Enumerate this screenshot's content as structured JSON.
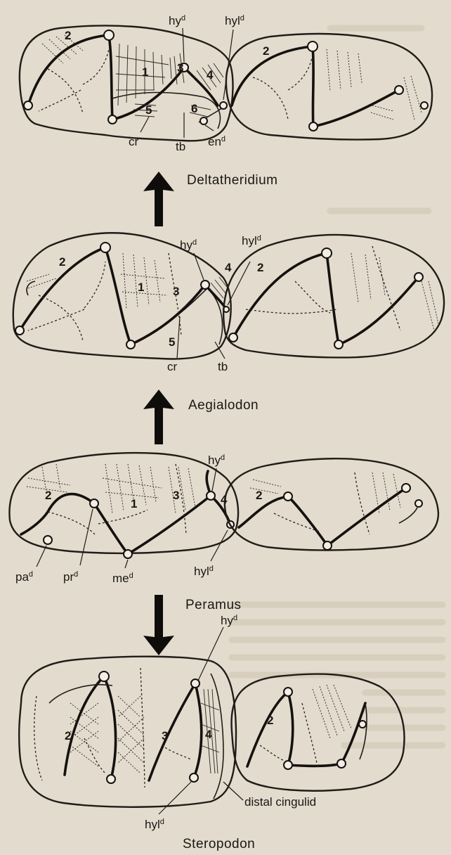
{
  "panels": [
    {
      "id": "deltatheridium",
      "name": "Deltatheridium",
      "numbers": [
        "2",
        "1",
        "3",
        "4",
        "5",
        "6",
        "2"
      ],
      "labels": [
        {
          "id": "hyd",
          "base": "hy",
          "sup": "d"
        },
        {
          "id": "hyld",
          "base": "hyl",
          "sup": "d"
        },
        {
          "id": "cr",
          "base": "cr",
          "sup": ""
        },
        {
          "id": "tb",
          "base": "tb",
          "sup": ""
        },
        {
          "id": "end",
          "base": "en",
          "sup": "d"
        }
      ]
    },
    {
      "id": "aegialodon",
      "name": "Aegialodon",
      "numbers": [
        "2",
        "1",
        "3",
        "4",
        "5",
        "2"
      ],
      "labels": [
        {
          "id": "hyd",
          "base": "hy",
          "sup": "d"
        },
        {
          "id": "hyld",
          "base": "hyl",
          "sup": "d"
        },
        {
          "id": "cr",
          "base": "cr",
          "sup": ""
        },
        {
          "id": "tb",
          "base": "tb",
          "sup": ""
        }
      ]
    },
    {
      "id": "peramus",
      "name": "Peramus",
      "numbers": [
        "2",
        "1",
        "3",
        "4",
        "2"
      ],
      "labels": [
        {
          "id": "hyd",
          "base": "hy",
          "sup": "d"
        },
        {
          "id": "pad",
          "base": "pa",
          "sup": "d"
        },
        {
          "id": "prd",
          "base": "pr",
          "sup": "d"
        },
        {
          "id": "med",
          "base": "me",
          "sup": "d"
        },
        {
          "id": "hyld",
          "base": "hyl",
          "sup": "d"
        }
      ]
    },
    {
      "id": "steropodon",
      "name": "Steropodon",
      "numbers": [
        "2",
        "3",
        "4",
        "2"
      ],
      "labels": [
        {
          "id": "hyd",
          "base": "hy",
          "sup": "d"
        },
        {
          "id": "distal",
          "base": "distal cingulid",
          "sup": ""
        },
        {
          "id": "hyld",
          "base": "hyl",
          "sup": "d"
        }
      ]
    }
  ],
  "arrows": [
    {
      "id": "arrow-peramus-to-aegialodon",
      "direction": "up"
    },
    {
      "id": "arrow-aegialodon-to-deltatheridium",
      "direction": "up"
    },
    {
      "id": "arrow-peramus-to-steropodon",
      "direction": "down"
    }
  ],
  "colors": {
    "paper": "#e3dbcd",
    "ink": "#1a1714",
    "cusp_fill": "#f3eee4"
  }
}
